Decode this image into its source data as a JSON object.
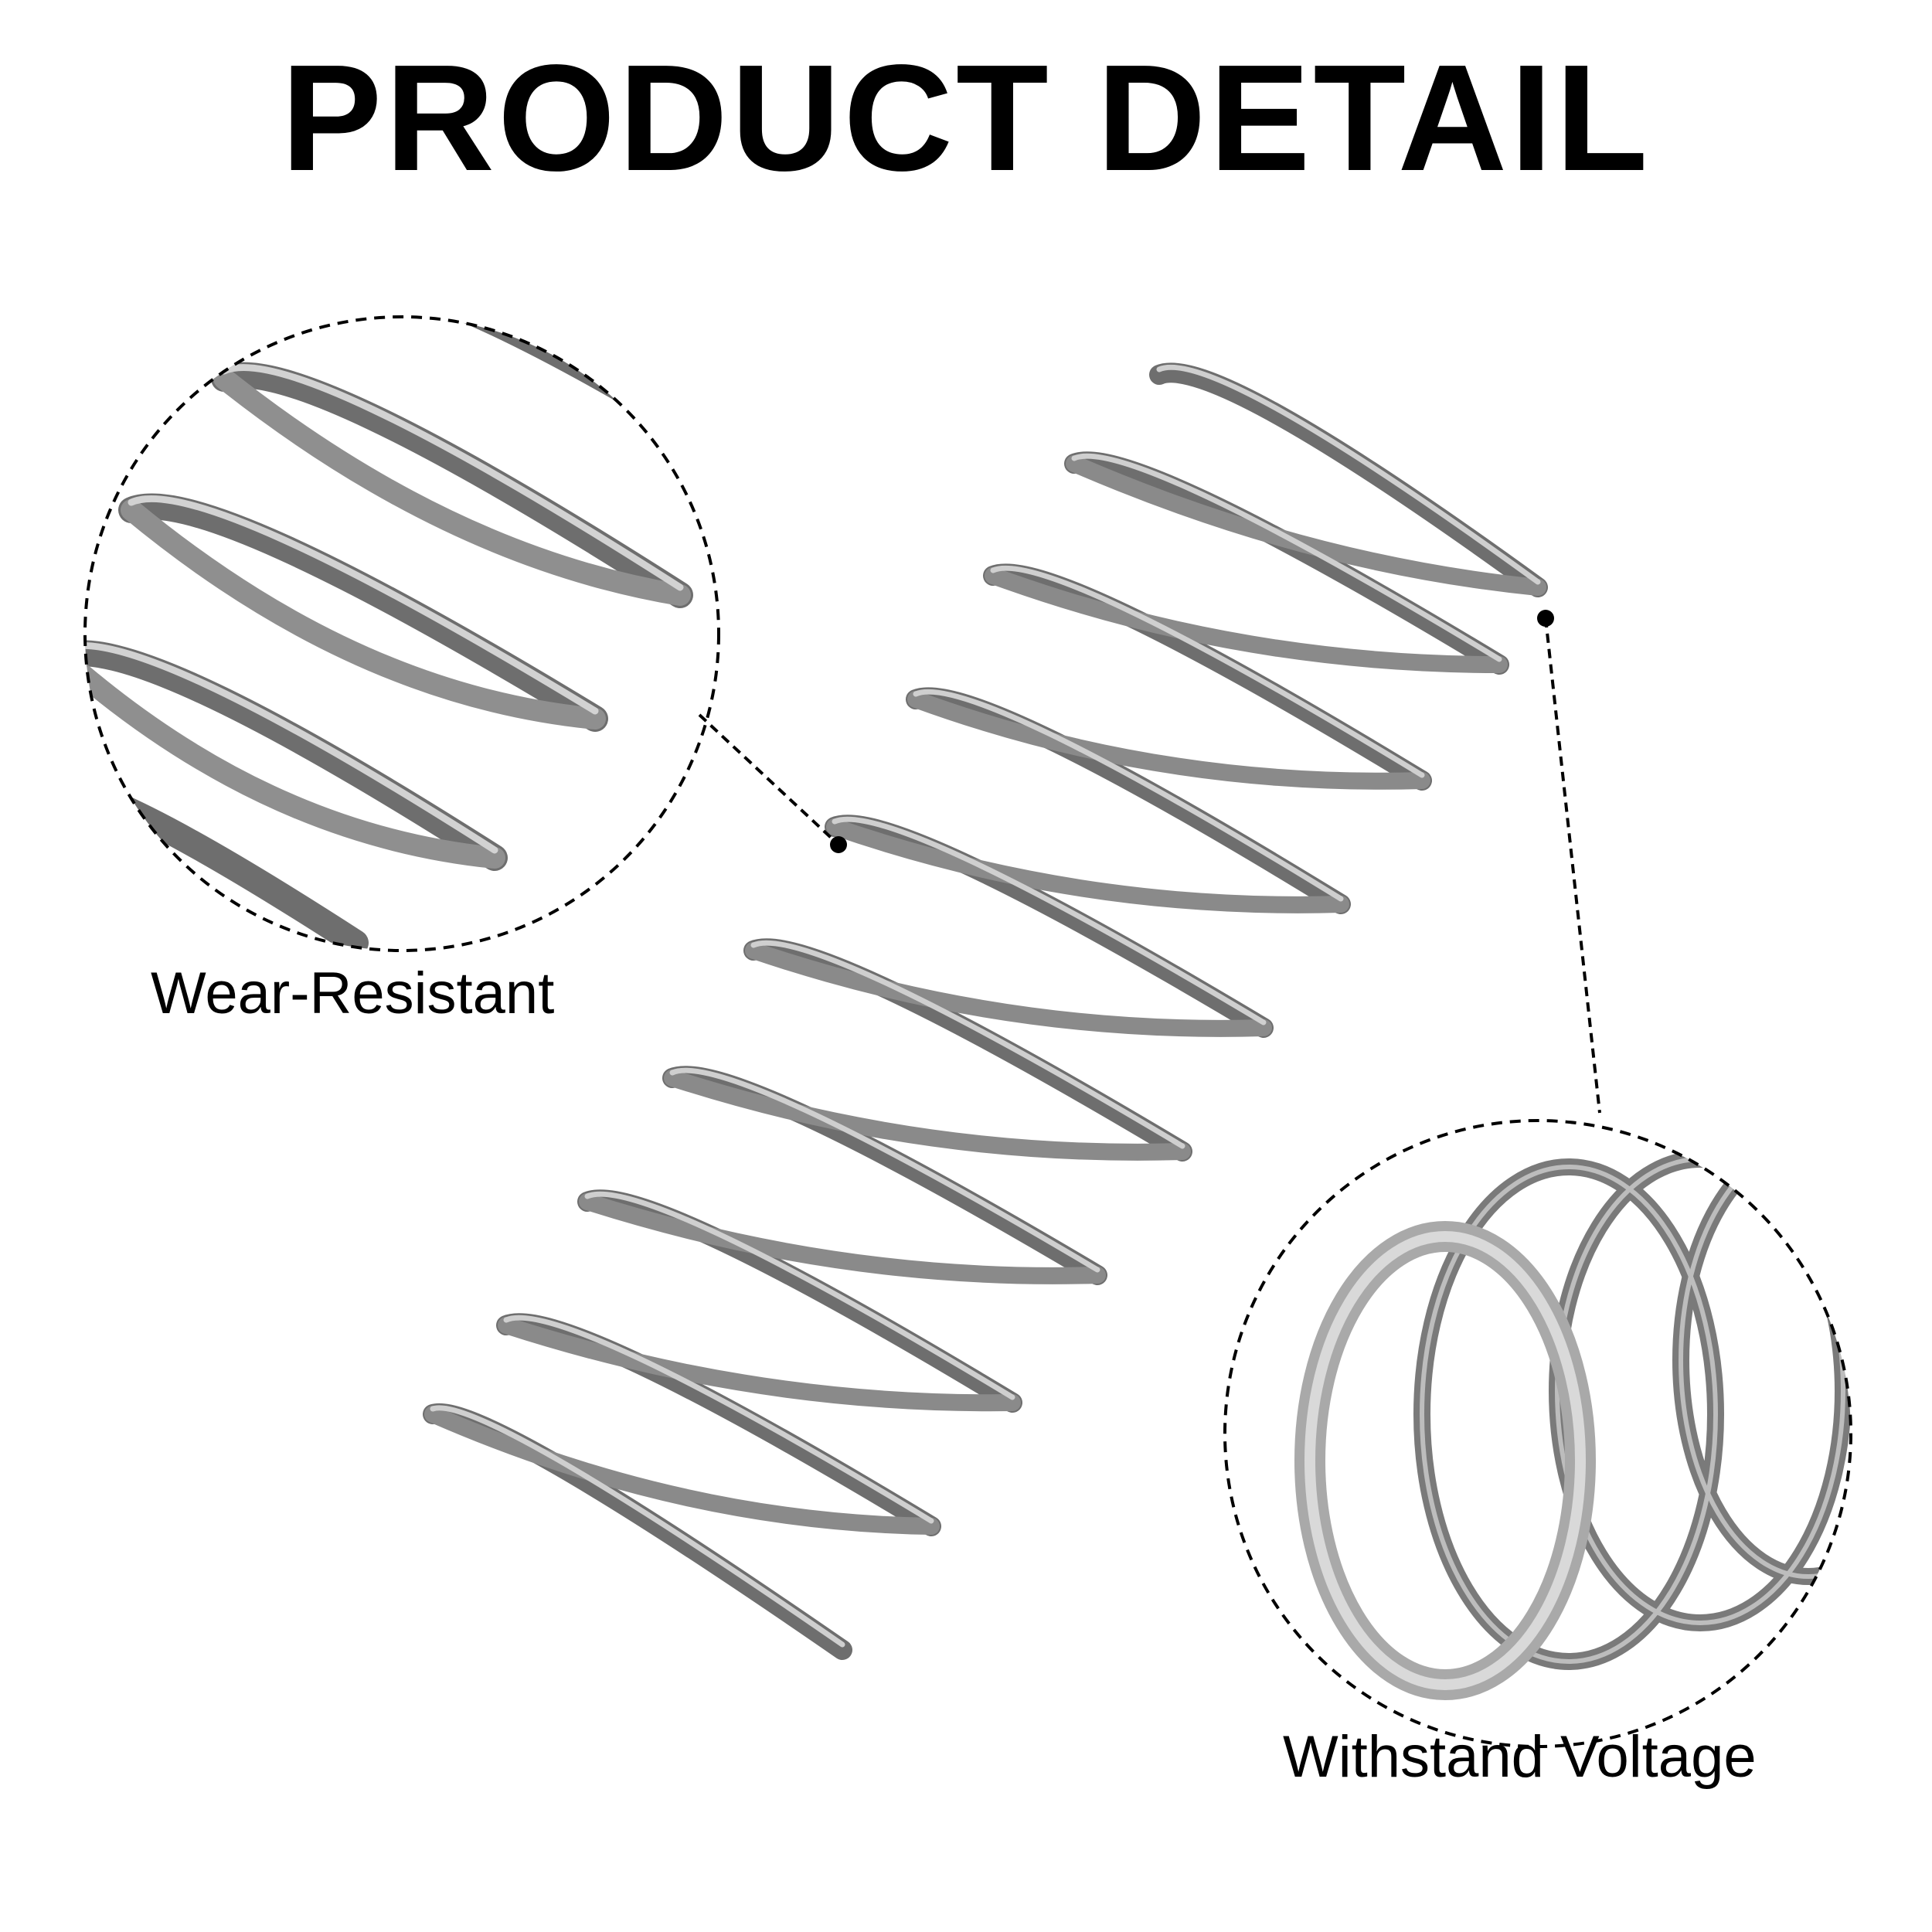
{
  "title": "PRODUCT DETAIL",
  "callouts": [
    {
      "label": "Wear-Resistant",
      "icon": "wear-resistant-zoom-icon"
    },
    {
      "label": "Withstand Voltage",
      "icon": "spring-end-zoom-icon"
    }
  ],
  "colors": {
    "background": "#ffffff",
    "text": "#000000",
    "spring_dark": "#6e6e6e",
    "spring_light": "#bdbdbd"
  },
  "icons": [
    "compression-spring-icon",
    "wear-resistant-zoom-icon",
    "spring-end-zoom-icon"
  ]
}
